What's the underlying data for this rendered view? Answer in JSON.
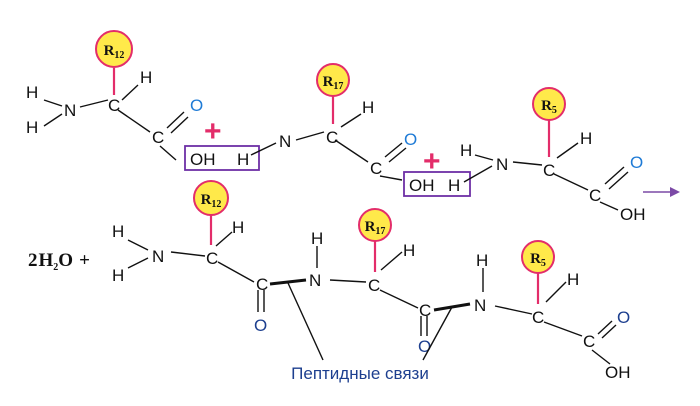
{
  "colors": {
    "r_fill": "#ffe94a",
    "r_ring": "#e32d6a",
    "stem": "#e32d6a",
    "plus": "#e32d6a",
    "box": "#6d2fa5",
    "oxygen_top": "#1f7bd6",
    "oxygen_bottom": "#1d3f8f",
    "arrow": "#7c4aa6",
    "label": "#1d3f8f"
  },
  "atoms": {
    "h": "H",
    "n": "N",
    "c": "C",
    "o": "O",
    "oh": "OH"
  },
  "radicals": [
    {
      "letter": "R",
      "sub": "12"
    },
    {
      "letter": "R",
      "sub": "17"
    },
    {
      "letter": "R",
      "sub": "5"
    }
  ],
  "operators": {
    "plus": "+"
  },
  "water": {
    "coef": "2",
    "h": "H",
    "sub": "2",
    "o": "O",
    "plus": "+"
  },
  "label": "Пептидные связи"
}
